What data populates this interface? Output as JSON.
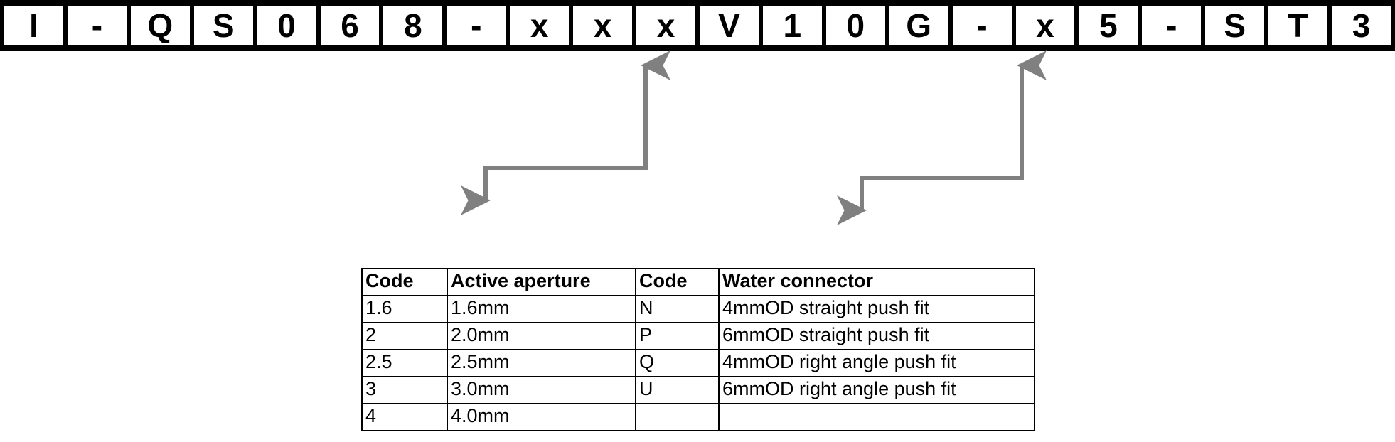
{
  "part_number": {
    "name": "part-number-code",
    "cells": [
      "I",
      "-",
      "Q",
      "S",
      "0",
      "6",
      "8",
      "-",
      "x",
      "x",
      "x",
      "V",
      "1",
      "0",
      "G",
      "-",
      "x",
      "5",
      "-",
      "S",
      "T",
      "3"
    ],
    "full_code": "I-QS068-xxxV10G-x5-ST3"
  },
  "leaders": [
    {
      "name": "leader-active-aperture",
      "from_cell_index": 10,
      "to_column": "active-aperture",
      "color": "#808080"
    },
    {
      "name": "leader-water-connector",
      "from_cell_index": 16,
      "to_column": "water-connector",
      "color": "#808080"
    }
  ],
  "reference_table": {
    "name": "code-reference-table",
    "headers": [
      "Code",
      "Active aperture",
      "Code",
      "Water connector"
    ],
    "rows": [
      [
        "1.6",
        "1.6mm",
        "N",
        "4mmOD straight push fit"
      ],
      [
        "2",
        "2.0mm",
        "P",
        "6mmOD straight push fit"
      ],
      [
        "2.5",
        "2.5mm",
        "Q",
        "4mmOD right angle push fit"
      ],
      [
        "3",
        "3.0mm",
        "U",
        "6mmOD right angle push fit"
      ],
      [
        "4",
        "4.0mm",
        "",
        ""
      ]
    ]
  },
  "colors": {
    "rule": "#000000",
    "leader": "#808080",
    "background": "#ffffff",
    "text": "#000000"
  }
}
